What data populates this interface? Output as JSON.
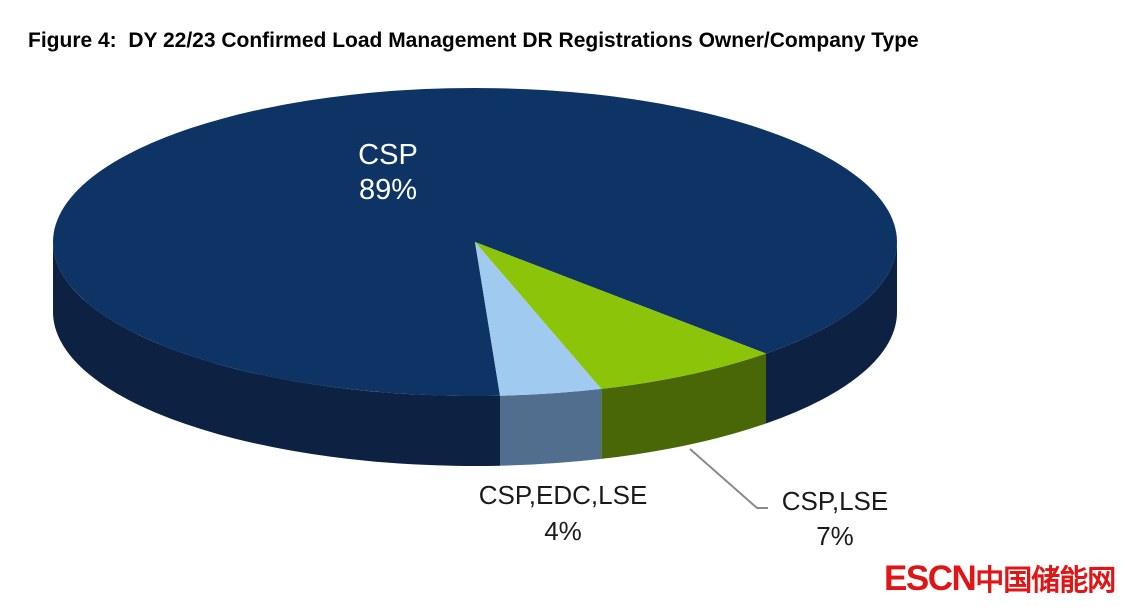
{
  "figure": {
    "title": "Figure 4:  DY 22/23 Confirmed Load Management DR Registrations Owner/Company Type"
  },
  "chart_data": {
    "type": "pie",
    "style": "3d-pie",
    "title": "DY 22/23 Confirmed Load Management DR Registrations Owner/Company Type",
    "legend": "none",
    "background": "#ffffff",
    "slices": [
      {
        "label": "CSP",
        "value_pct": 89,
        "color": "#0E3466",
        "side_color": "#0D2243",
        "label_color": "#ffffff",
        "label_position": "inside"
      },
      {
        "label": "CSP,LSE",
        "value_pct": 7,
        "color": "#8CC40A",
        "side_color": "#4A6708",
        "label_color": "#1a1a1a",
        "label_position": "outside-leader-line"
      },
      {
        "label": "CSP,EDC,LSE",
        "value_pct": 4,
        "color": "#A0CAF0",
        "side_color": "#516E8E",
        "label_color": "#1a1a1a",
        "label_position": "outside"
      }
    ],
    "leader_line_color": "#8a8a8a"
  },
  "labels": {
    "csp": {
      "name": "CSP",
      "pct": "89%"
    },
    "csp_edc_lse": {
      "name": "CSP,EDC,LSE",
      "pct": "4%"
    },
    "csp_lse": {
      "name": "CSP,LSE",
      "pct": "7%"
    }
  },
  "watermark": {
    "latin": "ESCN",
    "cjk": "中国储能网",
    "color": "#E01515"
  }
}
